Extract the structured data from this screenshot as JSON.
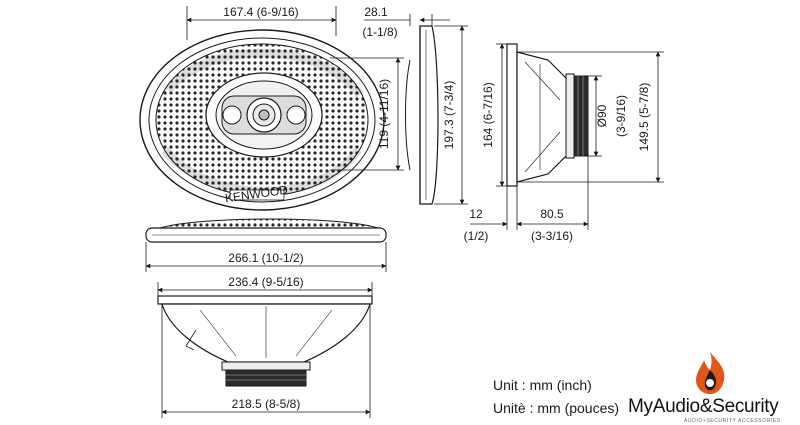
{
  "front_view": {
    "width_label": "167.4 (6-9/16)",
    "height_label": "119 (4-11/16)",
    "brand_mark": "KENWOOD"
  },
  "side_view": {
    "flange_depth_label": "28.1",
    "flange_depth_inch": "(1-1/8)",
    "height_label": "197.3 (7-3/4)"
  },
  "profile_view": {
    "height_label": "164 (6-7/16)",
    "flange_label": "12",
    "flange_inch": "(1/2)",
    "depth_label": "80.5",
    "depth_inch": "(3-3/16)",
    "magnet_diameter": "Ø90",
    "magnet_diameter_inch": "(3-9/16)",
    "overall_height": "149.5 (5-7/8)"
  },
  "top_view": {
    "overall_width": "266.1 (10-1/2)"
  },
  "bottom_view": {
    "cutout_width": "236.4 (9-5/16)",
    "basket_width": "218.5 (8-5/8)"
  },
  "units": {
    "line1": "Unit : mm (inch)",
    "line2": "Unitè : mm (pouces)"
  },
  "watermark": {
    "brand": "MyAudio&Security",
    "tagline": "AUDIO+SECURITY ACCESSORIES"
  },
  "colors": {
    "line": "#1a1a1a",
    "accent": "#e0561b"
  }
}
